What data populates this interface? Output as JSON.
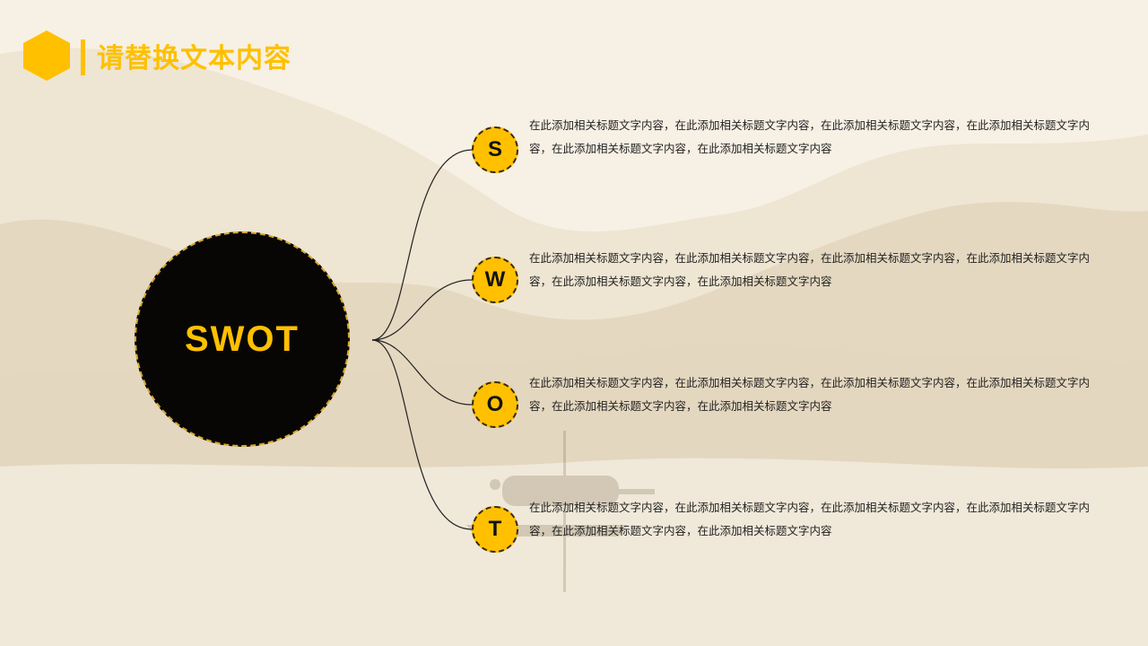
{
  "header": {
    "title": "请替换文本内容",
    "accent_color": "#ffc000"
  },
  "core": {
    "label": "SWOT"
  },
  "items": [
    {
      "letter": "S",
      "text": "在此添加相关标题文字内容，在此添加相关标题文字内容，在此添加相关标题文字内容，在此添加相关标题文字内容，在此添加相关标题文字内容，在此添加相关标题文字内容"
    },
    {
      "letter": "W",
      "text": "在此添加相关标题文字内容，在此添加相关标题文字内容，在此添加相关标题文字内容，在此添加相关标题文字内容，在此添加相关标题文字内容，在此添加相关标题文字内容"
    },
    {
      "letter": "O",
      "text": "在此添加相关标题文字内容，在此添加相关标题文字内容，在此添加相关标题文字内容，在此添加相关标题文字内容，在此添加相关标题文字内容，在此添加相关标题文字内容"
    },
    {
      "letter": "T",
      "text": "在此添加相关标题文字内容，在此添加相关标题文字内容，在此添加相关标题文字内容，在此添加相关标题文字内容，在此添加相关标题文字内容，在此添加相关标题文字内容"
    }
  ],
  "icons": {
    "header": "hexagon-icon",
    "background": "mountain-landscape",
    "boat": "boat-silhouette"
  }
}
